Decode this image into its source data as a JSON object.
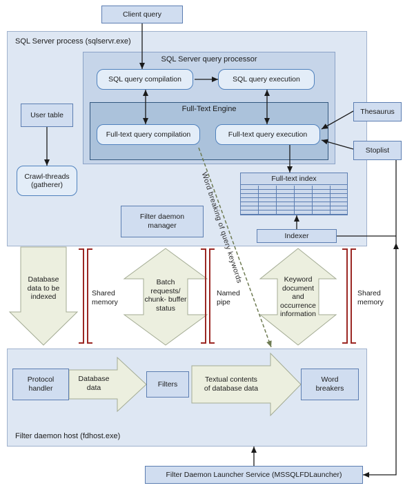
{
  "colors": {
    "process_fill": "#dee7f3",
    "process_border": "#9fb1cd",
    "query_processor_fill": "#c6d5e9",
    "engine_fill": "#abc2db",
    "node_fill": "#d0ddf0",
    "node_border": "#5b7db1",
    "rounded_node_fill": "#e3edf8",
    "rounded_node_border": "#4f81bd",
    "flow_shape_fill": "#ecefdf",
    "flow_shape_border": "#a3ab93",
    "bracket_red": "#9b2723",
    "dashed_arrow_green": "#6e7b52",
    "connector_black": "#1a1a1a"
  },
  "nodes": {
    "client_query": "Client query",
    "sql_server_process": "SQL Server process (sqlservr.exe)",
    "query_processor": "SQL Server query processor",
    "sql_query_compilation": "SQL query compilation",
    "sql_query_execution": "SQL query execution",
    "full_text_engine": "Full-Text Engine",
    "full_text_query_compilation": "Full-text query compilation",
    "full_text_query_execution": "Full-text query execution",
    "user_table": "User table",
    "crawl_threads": "Crawl-threads (gatherer)",
    "thesaurus": "Thesaurus",
    "stoplist": "Stoplist",
    "full_text_index": "Full-text index",
    "indexer": "Indexer",
    "filter_daemon_manager": "Filter daemon manager",
    "filter_daemon_host": "Filter daemon host (fdhost.exe)",
    "protocol_handler": "Protocol handler",
    "filters": "Filters",
    "word_breakers": "Word breakers",
    "launcher_service": "Filter Daemon Launcher Service (MSSQLFDLauncher)"
  },
  "flows": {
    "database_data_to_be_indexed": [
      "Database",
      "data to be",
      "indexed"
    ],
    "batch_requests": [
      "Batch",
      "requests/",
      "chunk- buffer",
      "status"
    ],
    "keyword_occurrence": [
      "Keyword",
      "document",
      "and",
      "occurrence",
      "information"
    ],
    "database_data": [
      "Database",
      "data"
    ],
    "textual_contents": [
      "Textual contents",
      "of database data"
    ],
    "word_breaking": "Word breaking of query keywords"
  },
  "channels": {
    "shared_memory_left": "Shared memory",
    "named_pipe": "Named pipe",
    "shared_memory_right": "Shared memory"
  }
}
